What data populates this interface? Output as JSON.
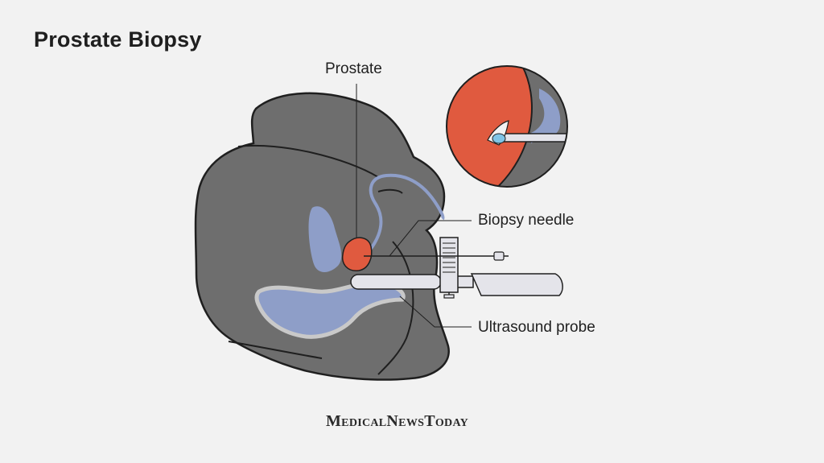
{
  "title": "Prostate Biopsy",
  "labels": {
    "prostate": "Prostate",
    "biopsy_needle": "Biopsy needle",
    "ultrasound_probe": "Ultrasound probe"
  },
  "logo": "MedicalNewsToday",
  "colors": {
    "background": "#f2f2f2",
    "body": "#6e6e6e",
    "organ_blue": "#8e9ec8",
    "prostate_red": "#e05a3f",
    "sample_blue": "#7fc4e6",
    "instrument": "#e4e4ea"
  }
}
